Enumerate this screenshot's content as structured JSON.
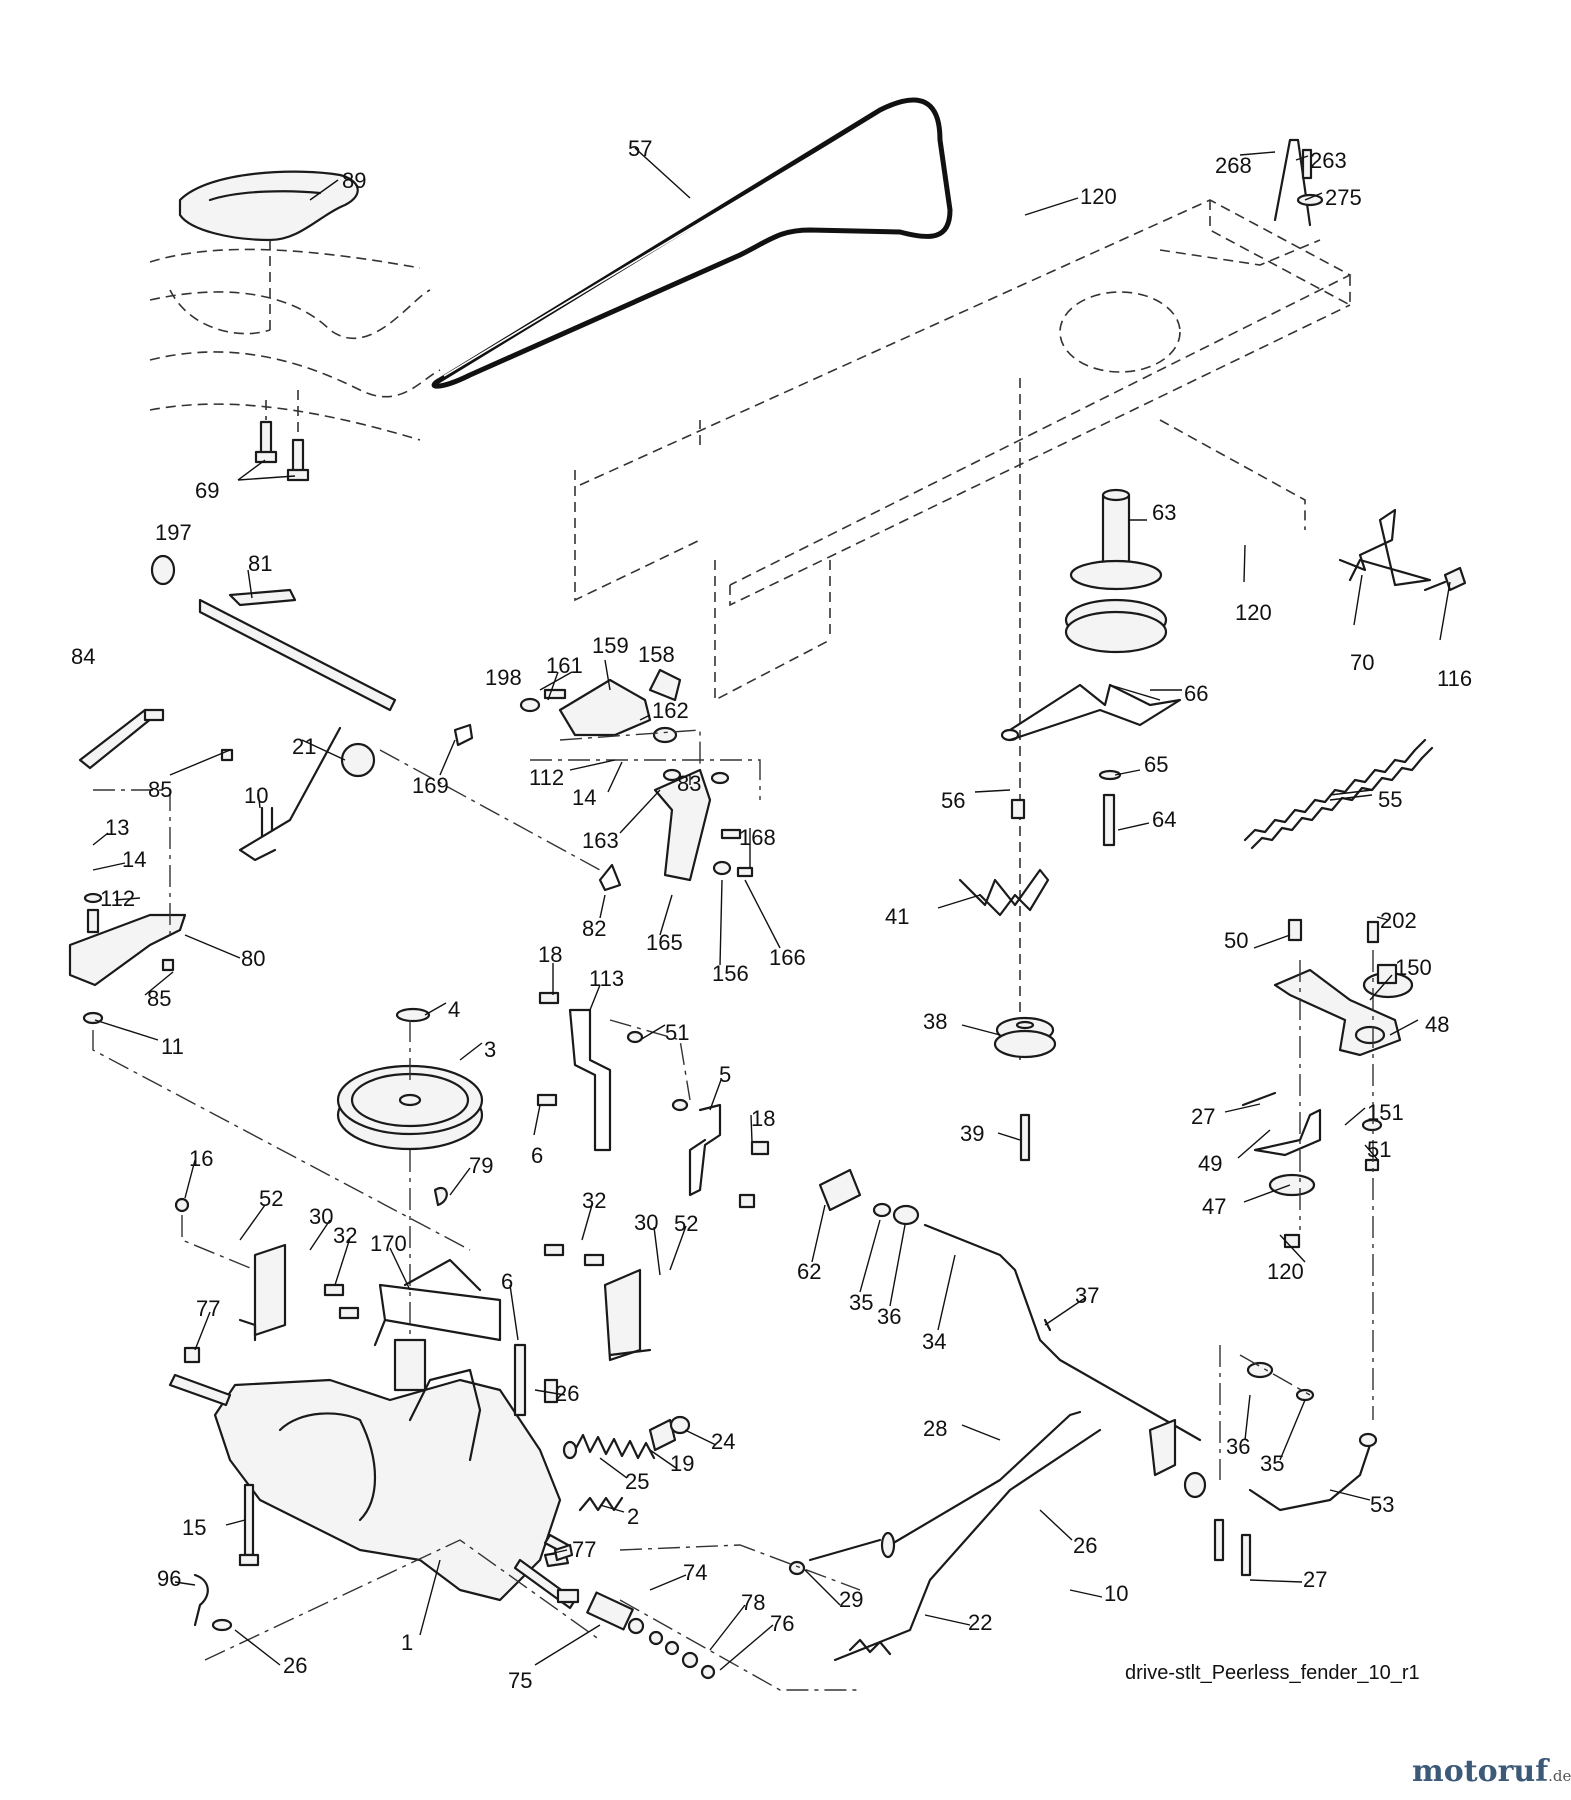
{
  "caption": "drive-stlt_Peerless_fender_10_r1",
  "watermark": {
    "name": "motoruf",
    "tld": ".de"
  },
  "labels": [
    "57",
    "89",
    "120",
    "268",
    "263",
    "275",
    "69",
    "197",
    "81",
    "63",
    "120",
    "70",
    "116",
    "84",
    "198",
    "161",
    "159",
    "158",
    "162",
    "66",
    "55",
    "21",
    "85",
    "10",
    "112",
    "14",
    "169",
    "83",
    "65",
    "56",
    "64",
    "163",
    "168",
    "13",
    "14",
    "41",
    "112",
    "82",
    "165",
    "156",
    "166",
    "80",
    "85",
    "18",
    "113",
    "50",
    "202",
    "150",
    "4",
    "3",
    "48",
    "11",
    "51",
    "38",
    "5",
    "27",
    "151",
    "18",
    "6",
    "39",
    "51",
    "16",
    "79",
    "49",
    "52",
    "30",
    "47",
    "32",
    "32",
    "62",
    "120",
    "170",
    "30",
    "52",
    "35",
    "36",
    "34",
    "37",
    "77",
    "6",
    "36",
    "35",
    "26",
    "28",
    "24",
    "19",
    "25",
    "53",
    "2",
    "15",
    "26",
    "77",
    "74",
    "29",
    "10",
    "27",
    "96",
    "78",
    "76",
    "22",
    "1",
    "26",
    "75"
  ]
}
